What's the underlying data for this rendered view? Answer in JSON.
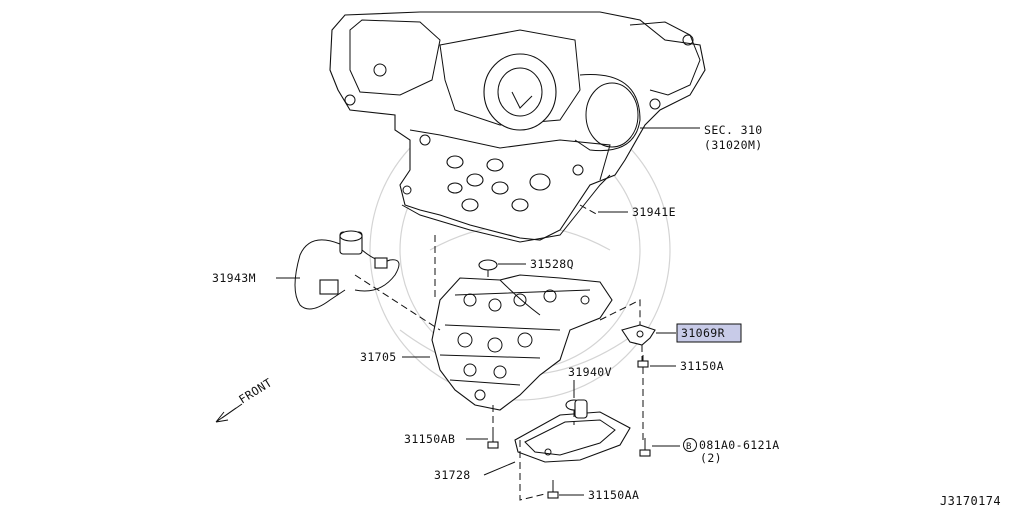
{
  "diagram_id": "J3170174",
  "callouts": {
    "sec310": "SEC. 310",
    "sec310_sub": "(31020M)",
    "p31941E": "31941E",
    "p31528Q": "31528Q",
    "p31943M": "31943M",
    "p31069R": "31069R",
    "p31705": "31705",
    "p31150A": "31150A",
    "p31940V": "31940V",
    "p31150AB": "31150AB",
    "bolt_code": "081A0-6121A",
    "bolt_marker": "B",
    "bolt_qty": "(2)",
    "p31728": "31728",
    "p31150AA": "31150AA"
  },
  "front_label": "FRONT",
  "highlight_color": "#c8cbe8"
}
